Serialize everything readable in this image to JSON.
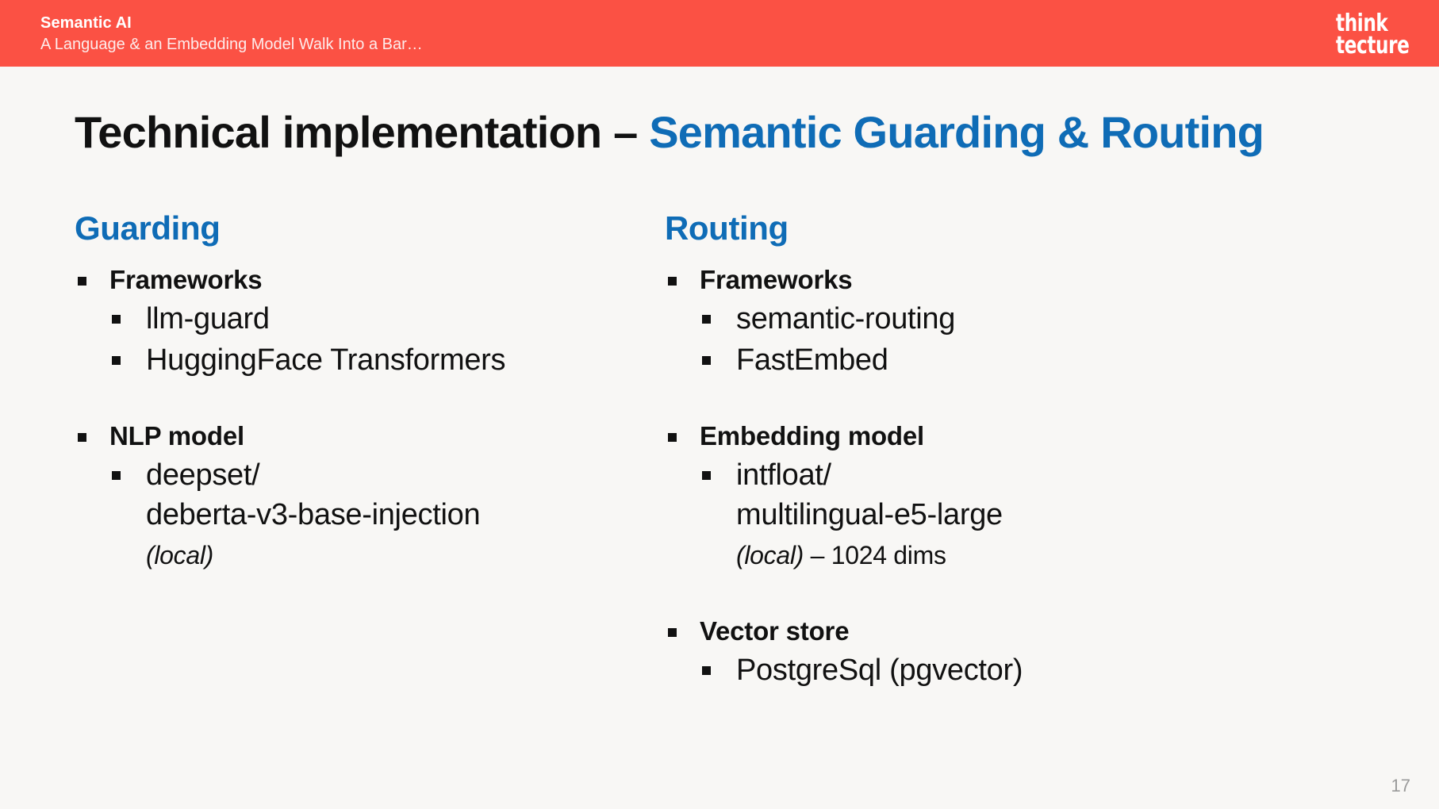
{
  "header": {
    "title": "Semantic AI",
    "subtitle": "A Language & an Embedding Model Walk Into a Bar…",
    "logo_line1": "think",
    "logo_line2": "tecture",
    "band_color": "#fb5144"
  },
  "slide": {
    "title_main": "Technical implementation – ",
    "title_accent": "Semantic Guarding & Routing",
    "accent_color": "#0f6cb6",
    "background_color": "#f8f7f5",
    "page_number": "17"
  },
  "columns": [
    {
      "heading": "Guarding",
      "groups": [
        {
          "label": "Frameworks",
          "items": [
            {
              "text": "llm-guard"
            },
            {
              "text": "HuggingFace Transformers"
            }
          ]
        },
        {
          "label": "NLP model",
          "items": [
            {
              "text": "deepset/",
              "text2": "deberta-v3-base-injection",
              "note": "(local)"
            }
          ]
        }
      ]
    },
    {
      "heading": "Routing",
      "groups": [
        {
          "label": "Frameworks",
          "items": [
            {
              "text": "semantic-routing"
            },
            {
              "text": "FastEmbed"
            }
          ]
        },
        {
          "label": "Embedding model",
          "items": [
            {
              "text": "intfloat/",
              "text2": "multilingual-e5-large",
              "note": "(local)",
              "suffix": " – 1024 dims"
            }
          ]
        },
        {
          "label": "Vector store",
          "items": [
            {
              "text": "PostgreSql (pgvector)"
            }
          ]
        }
      ]
    }
  ]
}
